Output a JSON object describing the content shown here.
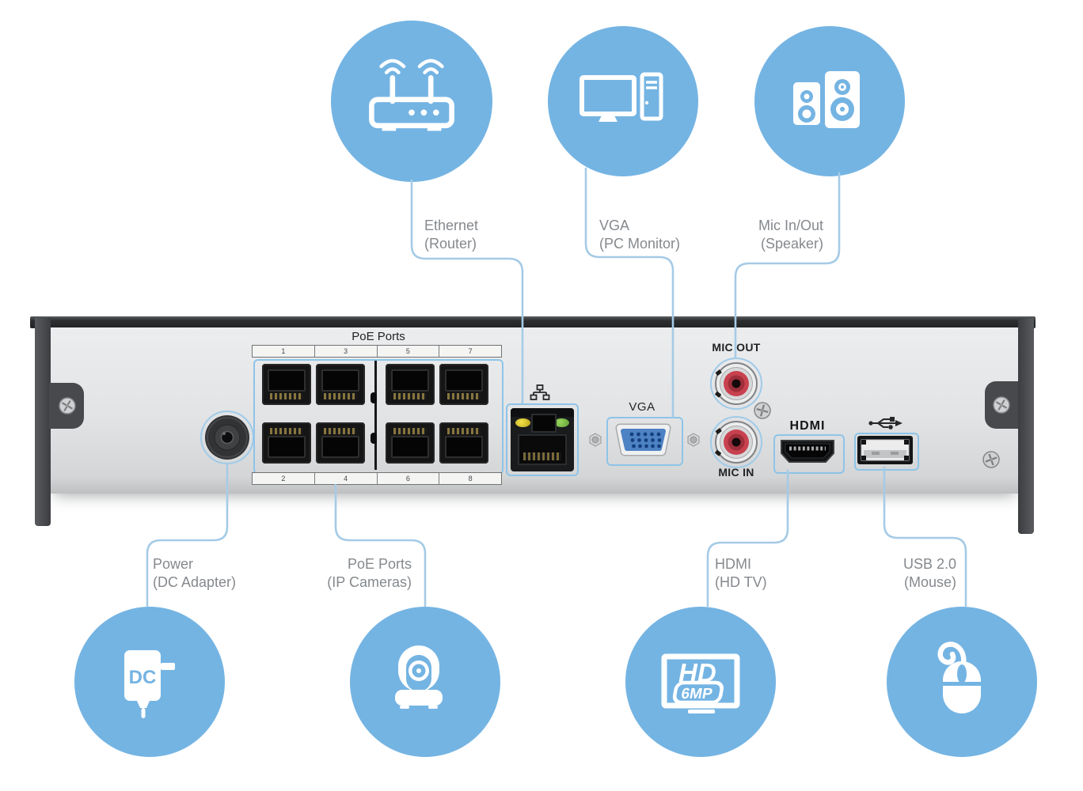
{
  "callouts": {
    "ethernet": {
      "line1": "Ethernet",
      "line2": "(Router)"
    },
    "vga": {
      "line1": "VGA",
      "line2": "(PC Monitor)"
    },
    "mic": {
      "line1": "Mic In/Out",
      "line2": "(Speaker)"
    },
    "power": {
      "line1": "Power",
      "line2": "(DC Adapter)"
    },
    "poe": {
      "line1": "PoE Ports",
      "line2": "(IP Cameras)"
    },
    "hdmi": {
      "line1": "HDMI",
      "line2": "(HD TV)"
    },
    "usb": {
      "line1": "USB 2.0",
      "line2": "(Mouse)"
    }
  },
  "device": {
    "poe_section_title": "PoE Ports",
    "port_numbers_top": [
      "1",
      "3",
      "5",
      "7"
    ],
    "port_numbers_bottom": [
      "2",
      "4",
      "6",
      "8"
    ],
    "vga_port_label": "VGA",
    "mic_out_label": "MIC OUT",
    "mic_in_label": "MIC IN",
    "hdmi_port_label": "HDMI"
  },
  "icons": {
    "dc_adapter_text": "DC",
    "hd_tv_text_top": "HD",
    "hd_tv_text_bottom": "6MP"
  },
  "colors": {
    "callout_circle_blue": "#74b4e3",
    "connector_line_blue": "#a5cbe6",
    "port_outline_blue": "#8ec4e8",
    "label_gray": "#85898d",
    "led_yellow": "#d8c52b",
    "led_green": "#77c14a",
    "rca_red": "#c8414f",
    "vga_face_blue": "#4d82c4"
  }
}
